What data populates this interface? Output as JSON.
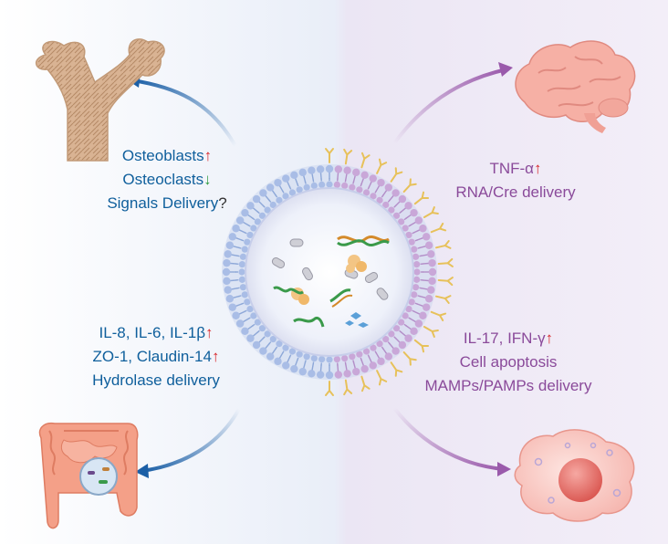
{
  "top_left": {
    "line1": "Osteoblasts",
    "line2": "Osteoclasts",
    "line3": "Signals Delivery",
    "line3_suffix": "?"
  },
  "top_right": {
    "line1": "TNF-α",
    "line2": "RNA/Cre delivery"
  },
  "bottom_left": {
    "line1": "IL-8, IL-6, IL-1β",
    "line2": "ZO-1, Claudin-14",
    "line3": "Hydrolase delivery"
  },
  "bottom_right": {
    "line1": "IL-17, IFN-γ",
    "line2": "Cell apoptosis",
    "line3": "MAMPs/PAMPs delivery"
  },
  "arrows": {
    "up": "↑",
    "down": "↓"
  },
  "colors": {
    "blue_text": "#0f5f9c",
    "purple_text": "#8a4a9a",
    "up_arrow": "#d8262a",
    "down_arrow": "#2d9a3e",
    "blue_curve": "#1b5fa6",
    "purple_curve": "#9a5aab"
  },
  "icons": [
    "bone-icon",
    "brain-icon",
    "intestine-icon",
    "cell-icon",
    "vesicle-icon"
  ]
}
